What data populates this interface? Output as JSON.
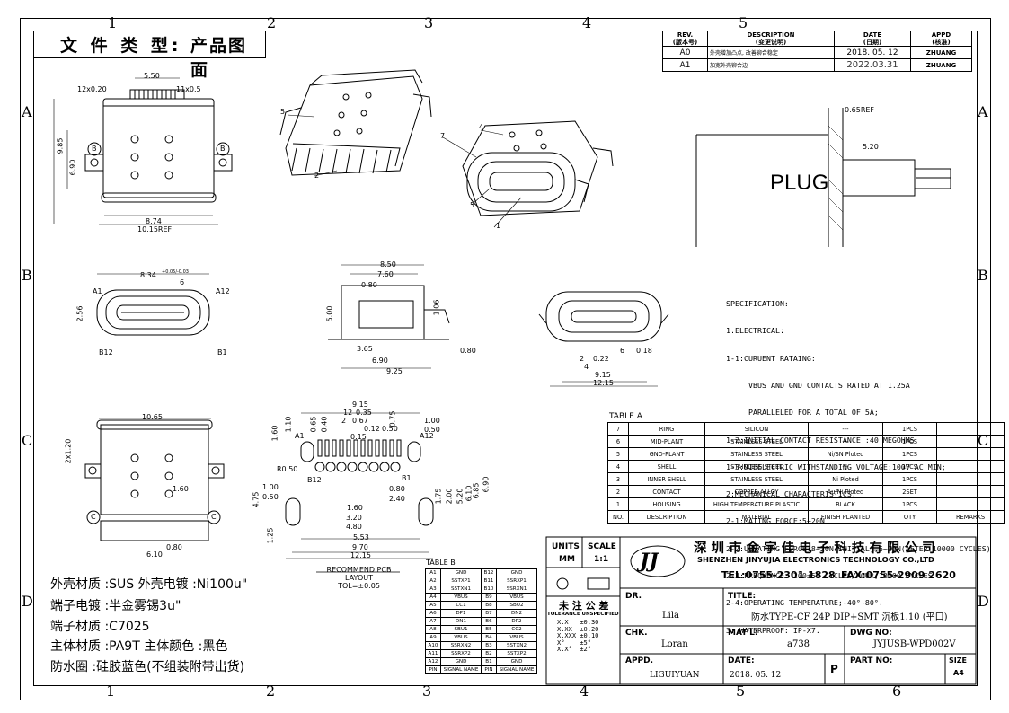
{
  "doc_type": {
    "label": "文 件 类 型:",
    "value": "产品图面"
  },
  "zones": {
    "columns": [
      "1",
      "2",
      "3",
      "4",
      "5",
      "6"
    ],
    "rows": [
      "A",
      "B",
      "C",
      "D"
    ]
  },
  "revisions": {
    "headers": [
      "REV.\n(版本号)",
      "DESCRIPTION\n(变更说明)",
      "DATE\n(日期)",
      "APPD\n(核准)"
    ],
    "rows": [
      {
        "rev": "A0",
        "desc": "外壳增加凸点, 改善铆合稳定",
        "date": "2018. 05. 12",
        "appd": "ZHUANG"
      },
      {
        "rev": "A1",
        "desc": "加宽外壳铆合边",
        "date": "2022.03.31",
        "appd": "ZHUANG"
      }
    ]
  },
  "dims": {
    "d550": "5.50",
    "d12x020": "12x0.20",
    "d11x05": "11x0.5",
    "d985": "9.85",
    "d690": "6.90",
    "d874": "8.74",
    "d1015ref": "10.15REF",
    "b": "B",
    "d834": "8.34",
    "d834tol": "+0.05/-0.03",
    "p6": "6",
    "a1": "A1",
    "a12": "A12",
    "d256": "2.56",
    "b12": "B12",
    "b1": "B1",
    "d850": "8.50",
    "d760": "7.60",
    "d080": "0.80",
    "d500": "5.00",
    "d106": "1.06",
    "d365": "3.65",
    "d080b": "0.80",
    "d690b": "6.90",
    "d925": "9.25",
    "d065ref": "0.65REF",
    "d520": "5.20",
    "plug": "PLUG",
    "d018": "0.18",
    "d6": "6",
    "d022": "0.22",
    "d2": "2",
    "d4": "4",
    "d915": "9.15",
    "d1215": "12.15",
    "d1065": "10.65",
    "d2x120": "2x1.20",
    "d160": "1.60",
    "c": "C",
    "d610": "6.10",
    "d080c": "0.80",
    "p915": "9.15",
    "p12": "12",
    "p035": "0.35",
    "p2": "2",
    "p067": "0.67",
    "p012": "0.12",
    "p050": "0.50",
    "p015": "0.15",
    "p160": "1.60",
    "p110": "1.10",
    "p065": "0.65",
    "p040": "0.40",
    "p075": "0.75",
    "p100": "1.00",
    "p050b": "0.50",
    "pa1": "A1",
    "pa12": "A12",
    "pr050": "R0.50",
    "pb12": "B12",
    "pb1": "B1",
    "p080": "0.80",
    "p240": "2.40",
    "p175": "1.75",
    "p200": "2.00",
    "p520": "5.20",
    "p610": "6.10",
    "p685": "6.85",
    "p690": "6.90",
    "p475": "4.75",
    "p100b": "1.00",
    "p050c": "0.50",
    "p125": "1.25",
    "p160b": "1.60",
    "p320": "3.20",
    "p480": "4.80",
    "p553": "5.53",
    "p970": "9.70",
    "p1215": "12.15",
    "callouts": [
      "1",
      "2",
      "3",
      "4",
      "5",
      "7"
    ]
  },
  "pcb_layout": {
    "title": "RECOMMEND PCB LAYOUT",
    "tol": "TOL=±0.05"
  },
  "specification": [
    "SPECIFICATION:",
    "1.ELECTRICAL:",
    "1-1:CURUENT RATAING:",
    "     VBUS AND GND CONTACTS RATED AT 1.25A",
    "     PARALLELED FOR A TOTAL OF 5A;",
    "1-2:INITIAL CONTACT RESISTANCE :40 MEGOHMS",
    "1-3:DIEELECTRIC WITHSTANDING VOLTAGE:100V AC MIN;",
    "2:MECHANICAL CHARACTERISTICS:",
    "2-1:MATING FORCE:5~20N",
    "2-2:UNMATING FORCE:8~20N(INITIAL),6~20N(AFTER 10000 CYCLES)",
    "2-3:FREQUENCE: 200±50 CYCLES/HOUR,10000 CYCLES",
    "2-4:OPERATING TEMPERATURE;-40°~80°.",
    "3: WATERPROOF: IP-X7."
  ],
  "table_a": {
    "title": "TABLE A",
    "rows": [
      [
        "7",
        "RING",
        "SILICON",
        "---",
        "1PCS",
        ""
      ],
      [
        "6",
        "MID-PLANT",
        "STAINLESS STEEL",
        "---",
        "1PCS",
        ""
      ],
      [
        "5",
        "GND-PLANT",
        "STAINLESS STEEL",
        "Ni/SN Ploted",
        "1PCS",
        ""
      ],
      [
        "4",
        "SHELL",
        "STAINLESS STEEL",
        "---",
        "1PCS",
        ""
      ],
      [
        "3",
        "INNER SHELL",
        "STAINLESS STEEL",
        "Ni Ploted",
        "1PCS",
        ""
      ],
      [
        "2",
        "CONTACT",
        "COPPER ALLOY",
        "Au/Ni Ploted",
        "2SET",
        ""
      ],
      [
        "1",
        "HOUSING",
        "HIGH TEMPERATURE PLASTIC",
        "BLACK",
        "1PCS",
        ""
      ],
      [
        "NO.",
        "DESCRIPTION",
        "MATERIAL",
        "FINISH PLANTED",
        "QTY",
        "REMARKS"
      ]
    ]
  },
  "table_b": {
    "title": "TABLE B",
    "rows": [
      [
        "A1",
        "GND",
        "B12",
        "GND"
      ],
      [
        "A2",
        "SSTXP1",
        "B11",
        "SSRXP1"
      ],
      [
        "A3",
        "SSTXN1",
        "B10",
        "SSRXN1"
      ],
      [
        "A4",
        "VBUS",
        "B9",
        "VBUS"
      ],
      [
        "A5",
        "CC1",
        "B8",
        "SBU2"
      ],
      [
        "A6",
        "DP1",
        "B7",
        "DN2"
      ],
      [
        "A7",
        "DN1",
        "B6",
        "DP2"
      ],
      [
        "A8",
        "SBU1",
        "B5",
        "CC2"
      ],
      [
        "A9",
        "VBUS",
        "B4",
        "VBUS"
      ],
      [
        "A10",
        "SSRXN2",
        "B3",
        "SSTXN2"
      ],
      [
        "A11",
        "SSRXP2",
        "B2",
        "SSTXP2"
      ],
      [
        "A12",
        "GND",
        "B1",
        "GND"
      ],
      [
        "PIN",
        "SIGNAL NAME",
        "PIN",
        "SIGNAL NAME"
      ]
    ]
  },
  "materials": [
    "外壳材质 :SUS     外壳电镀 :Ni100u\"",
    "端子电镀 :半金雾锡3u\"",
    "端子材质 :C7025",
    "主体材质 :PA9T   主体颜色 :黑色",
    "防水圈 :硅胶蓝色(不组装附带出货)"
  ],
  "title_block": {
    "units_label": "UNITS",
    "units_value": "MM",
    "scale_label": "SCALE",
    "scale_value": "1:1",
    "tol_title": "未 注 公 差",
    "tol_sub": "TOLERANCE UNSPECIFIED",
    "tol_rows": [
      [
        "X.X",
        "±0.30"
      ],
      [
        "X.XX",
        "±0.20"
      ],
      [
        "X.XXX",
        "±0.10"
      ],
      [
        "X°",
        "±5°"
      ],
      [
        "X.X°",
        "±2°"
      ]
    ],
    "company_cn": "深 圳 市 金 宇 佳 电 子 科 技 有 限 公 司",
    "company_en": "SHENZHEN JINYUJIA ELECTRONICS TECHNOLOGY CO.,LTD",
    "tel": "TEL:0755-2301 1828",
    "fax": "FAX:0755-2909 2620",
    "logo": "JJ",
    "dr_label": "DR.",
    "dr_value": "Lila",
    "title_label": "TITLE:",
    "title_value": "防水TYPE-CF 24P DIP+SMT 沉板1.10 (平口)",
    "chk_label": "CHK.",
    "chk_value": "Loran",
    "mat_label": "MAT'L:",
    "mat_value": "a738",
    "dwg_label": "DWG NO:",
    "dwg_value": "JYJUSB-WPD002V",
    "appd_label": "APPD.",
    "appd_value": "LIGUIYUAN",
    "date_label": "DATE:",
    "date_value": "2018. 05. 12",
    "p_label": "P",
    "part_label": "PART NO:",
    "size_label": "SIZE",
    "size_value": "A4"
  }
}
